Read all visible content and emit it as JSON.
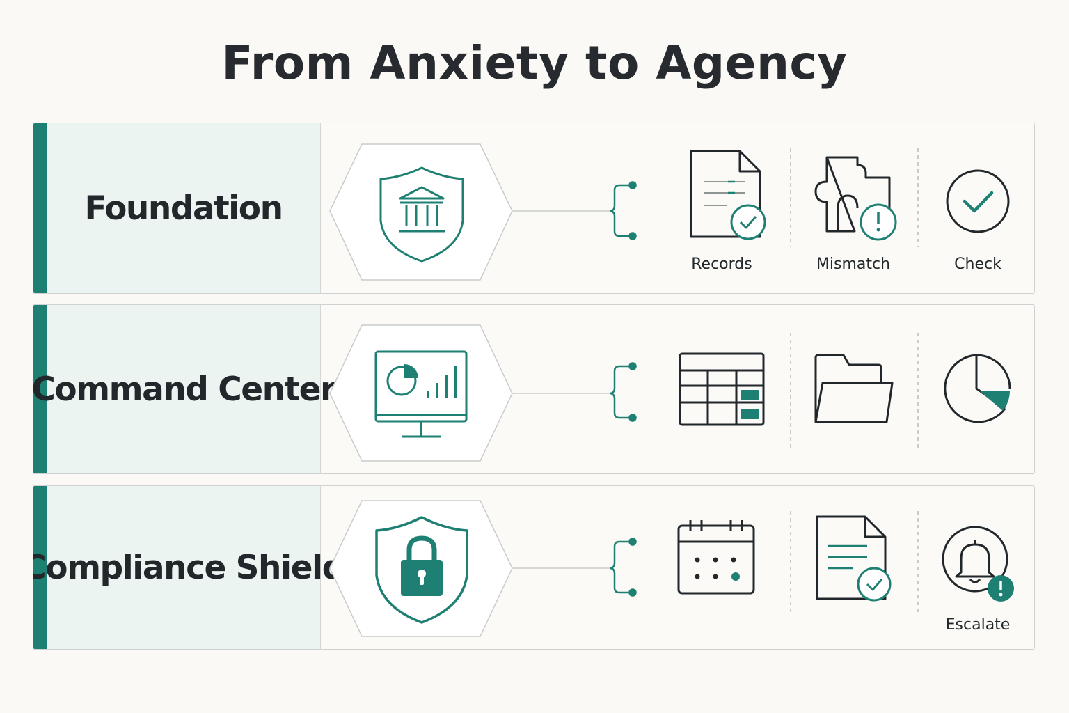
{
  "title": "From Anxiety to Agency",
  "colors": {
    "accent": "#1e7f73",
    "panel": "#ecf4f1",
    "stroke": "#22272b",
    "border": "#cfd2d0"
  },
  "rows": [
    {
      "title": "Foundation",
      "hex_icon": "shield-bank-icon",
      "items": [
        {
          "icon": "document-check-icon",
          "label": "Records"
        },
        {
          "icon": "puzzle-alert-icon",
          "label": "Mismatch"
        },
        {
          "icon": "check-circle-icon",
          "label": "Check"
        }
      ]
    },
    {
      "title": "Command Center",
      "hex_icon": "monitor-dashboard-icon",
      "items": [
        {
          "icon": "table-grid-icon",
          "label": ""
        },
        {
          "icon": "folder-icon",
          "label": ""
        },
        {
          "icon": "pie-chart-icon",
          "label": ""
        }
      ]
    },
    {
      "title": "Compliance Shield",
      "hex_icon": "shield-lock-icon",
      "items": [
        {
          "icon": "calendar-icon",
          "label": ""
        },
        {
          "icon": "document-check-icon",
          "label": ""
        },
        {
          "icon": "bell-alert-icon",
          "label": "Escalate"
        }
      ]
    }
  ]
}
